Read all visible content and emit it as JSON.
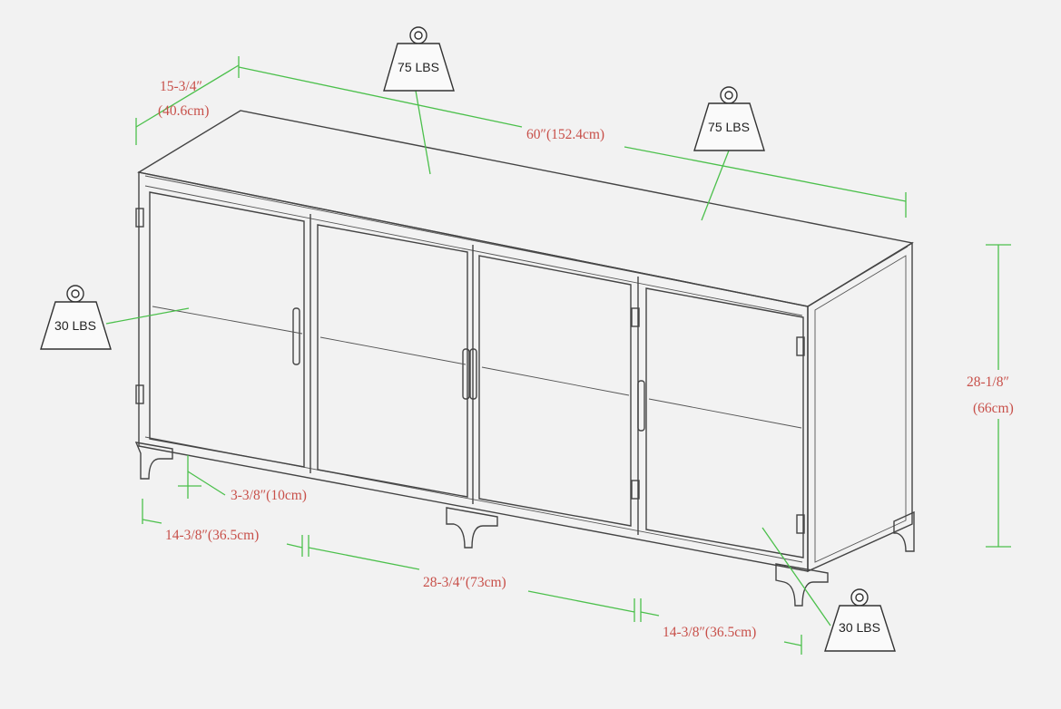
{
  "dimensions": {
    "depth_in": "15-3/4″",
    "depth_cm": "(40.6cm)",
    "width": "60″(152.4cm)",
    "height_in": "28-1/8″",
    "height_cm": "(66cm)",
    "leg_height": "3-3/8″(10cm)",
    "left_span": "14-3/8″(36.5cm)",
    "middle_span": "28-3/4″(73cm)",
    "right_span": "14-3/8″(36.5cm)"
  },
  "weights": {
    "top_left": "75 LBS",
    "top_right": "75 LBS",
    "shelf_left": "30 LBS",
    "shelf_right": "30 LBS"
  },
  "colors": {
    "dimension_line": "#4cc04c",
    "dimension_text": "#c8504a",
    "outline": "#444444",
    "background": "#f2f2f2"
  }
}
